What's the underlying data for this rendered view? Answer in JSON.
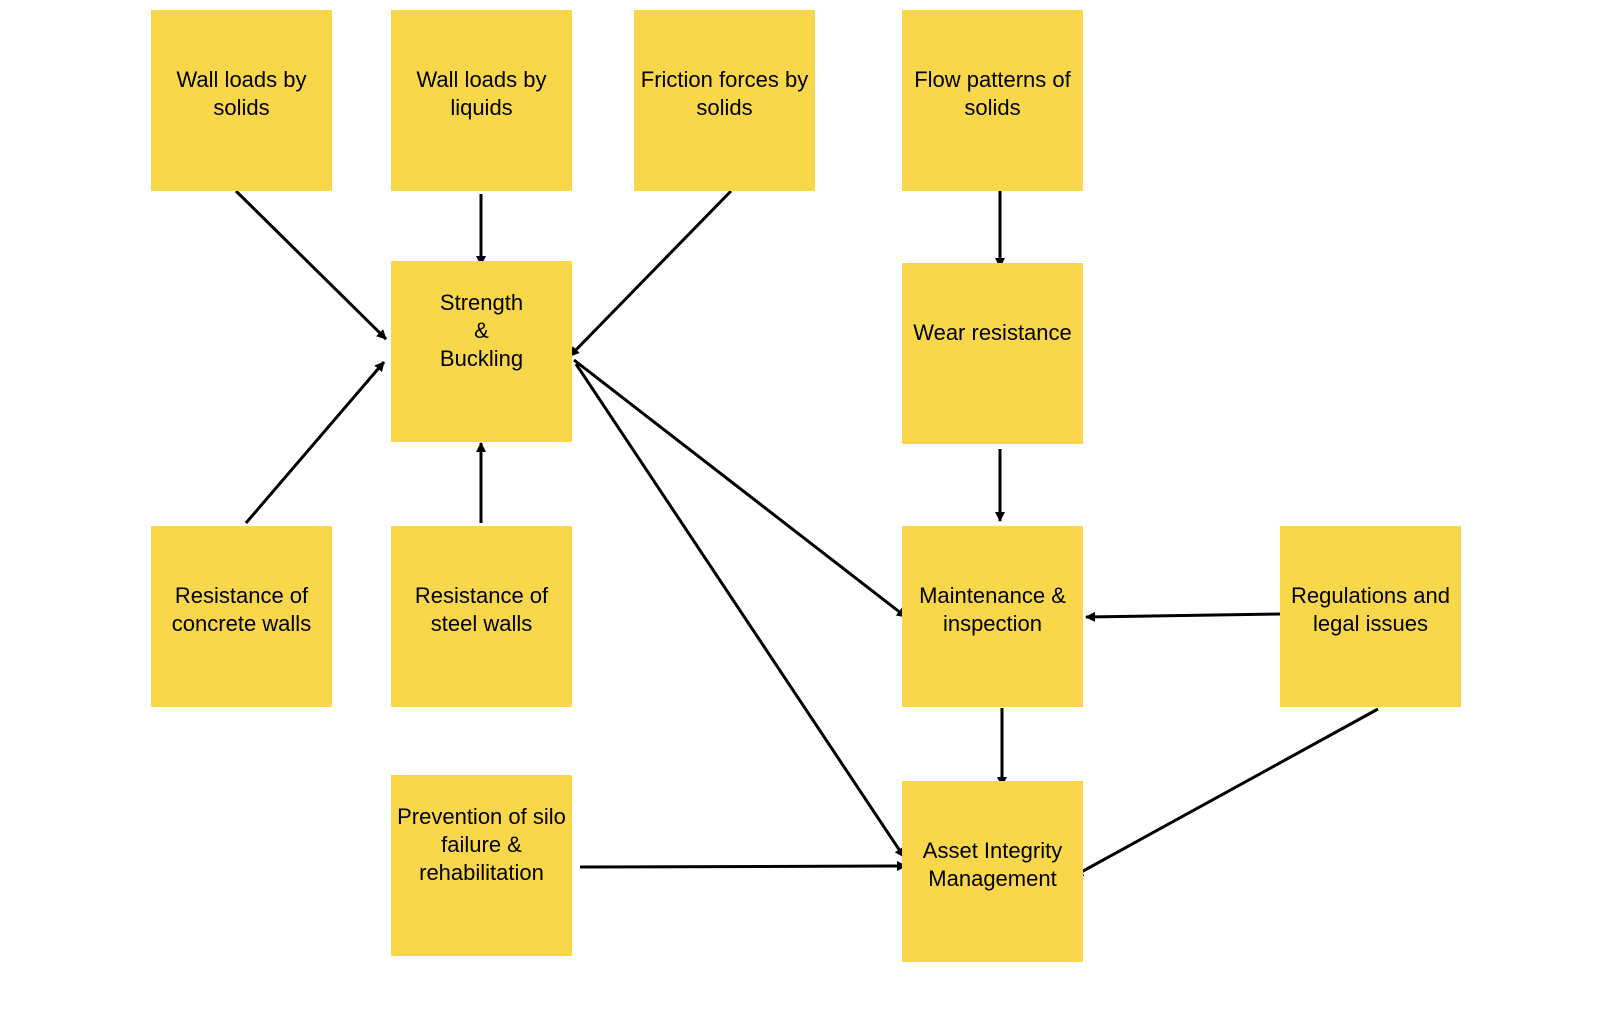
{
  "notes": {
    "wall_loads_solids": "Wall loads by\nsolids",
    "wall_loads_liquids": "Wall loads by\nliquids",
    "friction_forces": "Friction forces by\nsolids",
    "flow_patterns": "Flow patterns of\nsolids",
    "strength_buckling": "Strength\n&\nBuckling",
    "wear_resistance": "Wear resistance",
    "concrete_walls": "Resistance of\nconcrete walls",
    "steel_walls": "Resistance of\nsteel walls",
    "maintenance": "Maintenance &\ninspection",
    "regulations": "Regulations and\nlegal issues",
    "prevention": "Prevention of silo\nfailure &\nrehabilitation",
    "asset_integrity": "Asset Integrity\nManagement"
  },
  "edges": [
    {
      "from": "wall_loads_solids",
      "to": "strength_buckling"
    },
    {
      "from": "wall_loads_liquids",
      "to": "strength_buckling"
    },
    {
      "from": "friction_forces",
      "to": "strength_buckling"
    },
    {
      "from": "concrete_walls",
      "to": "strength_buckling"
    },
    {
      "from": "steel_walls",
      "to": "strength_buckling"
    },
    {
      "from": "flow_patterns",
      "to": "wear_resistance"
    },
    {
      "from": "wear_resistance",
      "to": "maintenance"
    },
    {
      "from": "strength_buckling",
      "to": "maintenance"
    },
    {
      "from": "strength_buckling",
      "to": "asset_integrity"
    },
    {
      "from": "regulations",
      "to": "maintenance"
    },
    {
      "from": "maintenance",
      "to": "asset_integrity"
    },
    {
      "from": "regulations",
      "to": "asset_integrity"
    },
    {
      "from": "prevention",
      "to": "asset_integrity"
    }
  ],
  "colors": {
    "note_fill": "#f9d74b",
    "arrow": "#000000",
    "text": "#000000"
  }
}
